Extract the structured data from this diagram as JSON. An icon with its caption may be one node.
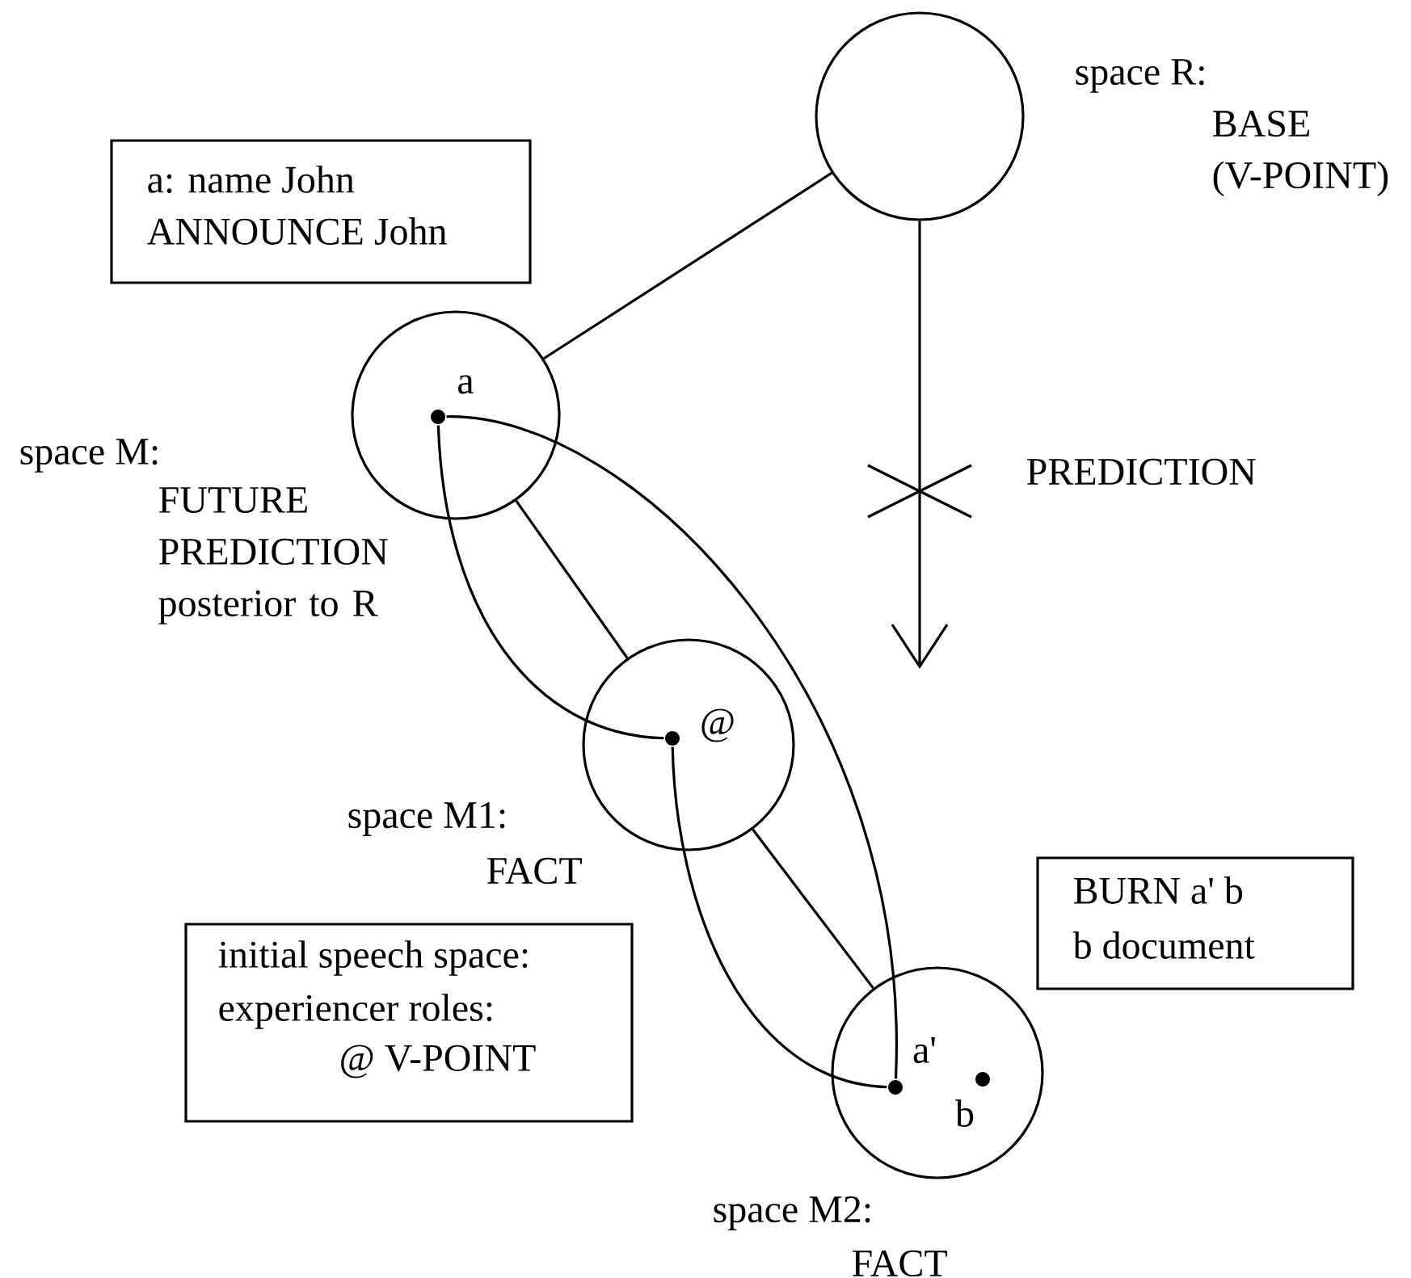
{
  "diagram": {
    "nodes": [
      {
        "text": [],
        "shape": "circle",
        "beside": [
          "space R:",
          "BASE (V-POINT)"
        ]
      },
      {
        "text": [
          "a: name John",
          "ANNOUNCE John"
        ]
      },
      {
        "text": [],
        "shape": "circle",
        "beside": [
          "space M:",
          "FUTURE PREDICTION posterior to R"
        ]
      },
      {
        "text": [
          "a"
        ],
        "in": 2
      },
      {
        "text": [],
        "shape": "circle",
        "beside": [
          "space M1:",
          "FACT"
        ]
      },
      {
        "text": [
          "@"
        ],
        "in": 4
      },
      {
        "text": [
          "initial speech space:",
          "experiencer roles:",
          "@ V-POINT"
        ]
      },
      {
        "text": [
          "BURN a' b",
          "b document"
        ]
      },
      {
        "text": [],
        "shape": "circle",
        "beside": [
          "space M2:",
          "FACT"
        ]
      },
      {
        "text": [
          "a'"
        ],
        "in": 8
      },
      {
        "text": [
          "b"
        ],
        "in": 8
      }
    ],
    "edges": [
      {
        "from": 2,
        "to": 0,
        "arrow": "none"
      },
      {
        "from": 0,
        "to": null,
        "arrow": "to",
        "label": "PREDICTION"
      },
      {
        "from": 2,
        "to": 4,
        "arrow": "none"
      },
      {
        "from": 4,
        "to": 8,
        "arrow": "none"
      },
      {
        "from": 3,
        "to": 5,
        "arrow": "none"
      },
      {
        "from": 3,
        "to": 9,
        "arrow": "none"
      },
      {
        "from": 5,
        "to": 9,
        "arrow": "none"
      }
    ]
  }
}
